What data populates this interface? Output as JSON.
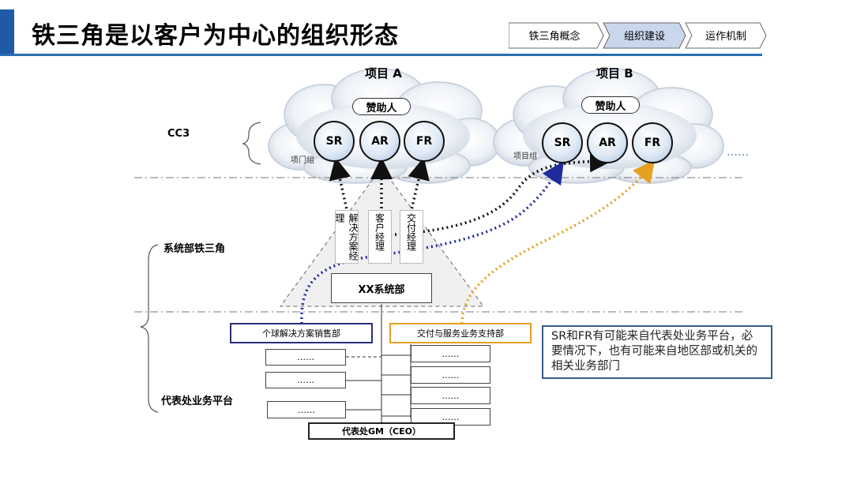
{
  "title": "铁三角是以客户为中心的组织形态",
  "nav": {
    "tabs": [
      {
        "label": "铁三角概念",
        "active": false
      },
      {
        "label": "组织建设",
        "active": true
      },
      {
        "label": "运作机制",
        "active": false
      }
    ]
  },
  "levels": {
    "cc3": "CC3",
    "system_dept": "系统部铁三角",
    "rep_platform": "代表处业务平台"
  },
  "project_a": {
    "name": "项目 A",
    "sponsor": "赞助人",
    "roles": [
      "SR",
      "AR",
      "FR"
    ],
    "group": "项门组"
  },
  "project_b": {
    "name": "项目 B",
    "sponsor": "赞助人",
    "roles": [
      "SR",
      "AR",
      "FR"
    ],
    "group": "项目组",
    "more": "……"
  },
  "system_roles": [
    "解决方案经理",
    "客户经理",
    "交付经理"
  ],
  "system_dept": "XX系统部",
  "solution_sales_dept": "个球解决方案销售部",
  "delivery_support_dept": "交付与服务业务支持部",
  "left_boxes": [
    "……",
    "……",
    "……"
  ],
  "right_boxes": [
    "……",
    "……",
    "……",
    "……"
  ],
  "ceo": "代表处GM（CEO）",
  "note": "SR和FR有可能来自代表处业务平台，必要情况下，也有可能来自地区部或机关的相关业务部门",
  "colors": {
    "accent": "#1f5aa6",
    "blue_dotted": "#1f2a9e",
    "orange_dotted": "#e6a020",
    "black_dotted": "#111111",
    "note_border": "#3b5a86"
  }
}
